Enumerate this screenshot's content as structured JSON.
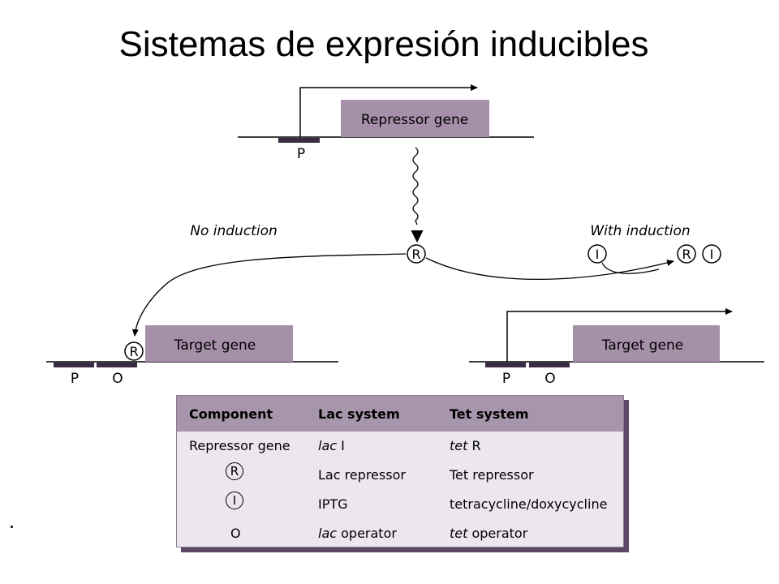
{
  "title": "Sistemas de expresión inducibles",
  "repressor_gene": {
    "label": "Repressor gene",
    "promoter": "P"
  },
  "branches": {
    "left": "No induction",
    "right": "With induction"
  },
  "molecules": {
    "repressor": "R",
    "inducer": "I"
  },
  "target_left": {
    "label": "Target gene",
    "promoter": "P",
    "operator": "O",
    "bound": "R"
  },
  "target_right": {
    "label": "Target gene",
    "promoter": "P",
    "operator": "O"
  },
  "table": {
    "headers": [
      "Component",
      "Lac system",
      "Tet system"
    ],
    "rows": [
      {
        "component": "Repressor gene",
        "lac_italic": "lac",
        "lac_rest": " I",
        "tet_italic": "tet",
        "tet_rest": " R"
      },
      {
        "component": "R",
        "lac": "Lac repressor",
        "tet": "Tet repressor"
      },
      {
        "component": "I",
        "lac": "IPTG",
        "tet": "tetracycline/doxycycline"
      },
      {
        "component": "O",
        "lac_italic": "lac",
        "lac_rest": " operator",
        "tet_italic": "tet",
        "tet_rest": " operator"
      }
    ]
  },
  "colors": {
    "gene_fill": "#a68fa9",
    "promoter_bar": "#3a2a44",
    "table_header": "#a795ab",
    "table_body": "#ece6ee"
  }
}
